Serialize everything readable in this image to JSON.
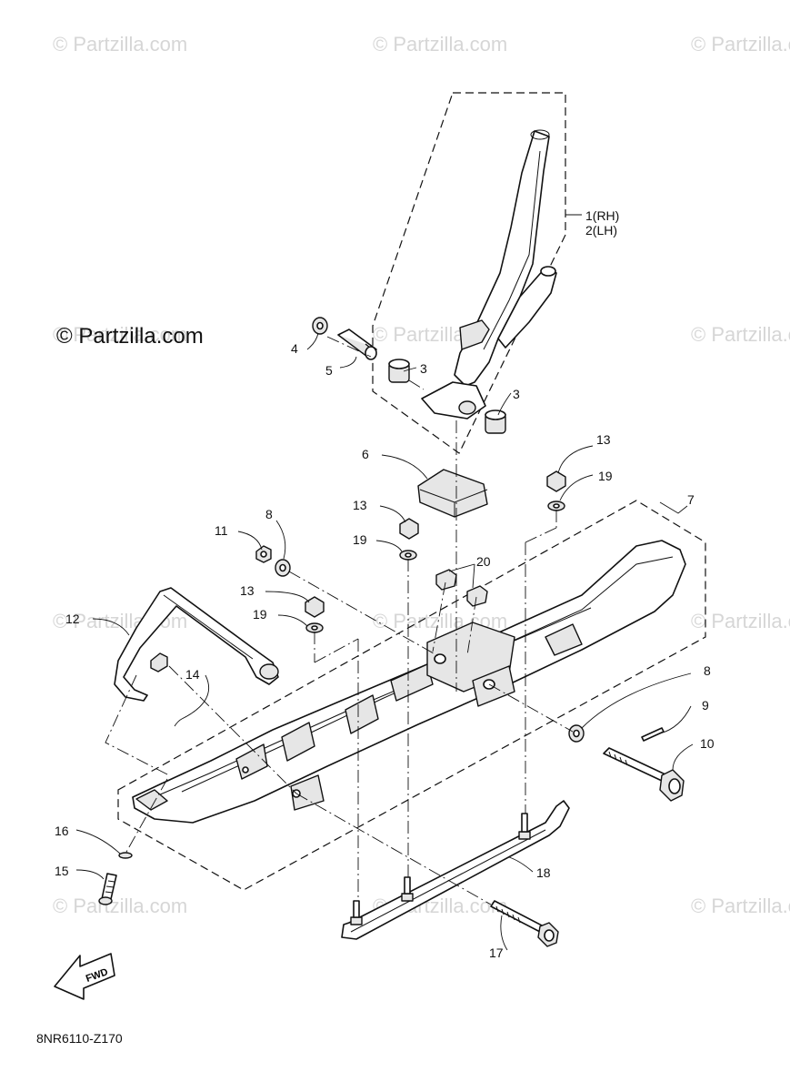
{
  "watermarks": [
    "© Partzilla.com",
    "© Partzilla.com",
    "© Partzilla.com",
    "© Partzilla.com",
    "© Partzilla.com",
    "© Partzilla.com",
    "© Partzilla.com",
    "© Partzilla.com",
    "© Partzilla.com",
    "© Partzilla.com",
    "© Partzilla.com",
    "© Partzilla.com"
  ],
  "copyright": "© Partzilla.com",
  "fwd_label": "FWD",
  "diagram_code": "8NR6110-Z170",
  "callouts": {
    "c1": "1(RH)",
    "c2": "2(LH)",
    "c3a": "3",
    "c3b": "3",
    "c4": "4",
    "c5": "5",
    "c6": "6",
    "c7": "7",
    "c8a": "8",
    "c8b": "8",
    "c9": "9",
    "c10": "10",
    "c11": "11",
    "c12": "12",
    "c13a": "13",
    "c13b": "13",
    "c13c": "13",
    "c14": "14",
    "c15": "15",
    "c16": "16",
    "c17": "17",
    "c18": "18",
    "c19a": "19",
    "c19b": "19",
    "c19c": "19",
    "c20": "20"
  }
}
